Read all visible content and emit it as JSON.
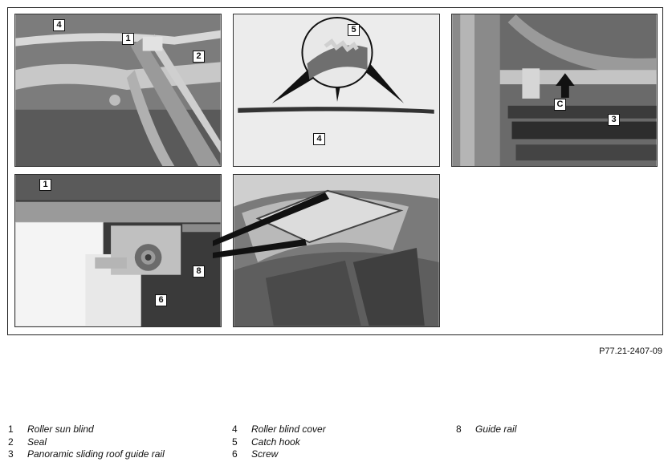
{
  "figure": {
    "reference_code": "P77.21-2407-09",
    "callouts": {
      "p1_4": "4",
      "p1_1": "1",
      "p1_2": "2",
      "p2_5": "5",
      "p2_4": "4",
      "p3_c": "C",
      "p3_3": "3",
      "p4_1": "1",
      "p4_8": "8",
      "p4_6": "6"
    }
  },
  "legend": {
    "col1": [
      {
        "num": "1",
        "label": "Roller sun blind"
      },
      {
        "num": "2",
        "label": "Seal"
      },
      {
        "num": "3",
        "label": "Panoramic sliding roof guide rail"
      }
    ],
    "col2": [
      {
        "num": "4",
        "label": "Roller blind cover"
      },
      {
        "num": "5",
        "label": "Catch hook"
      },
      {
        "num": "6",
        "label": "Screw"
      }
    ],
    "col3": [
      {
        "num": "8",
        "label": "Guide rail"
      }
    ]
  }
}
